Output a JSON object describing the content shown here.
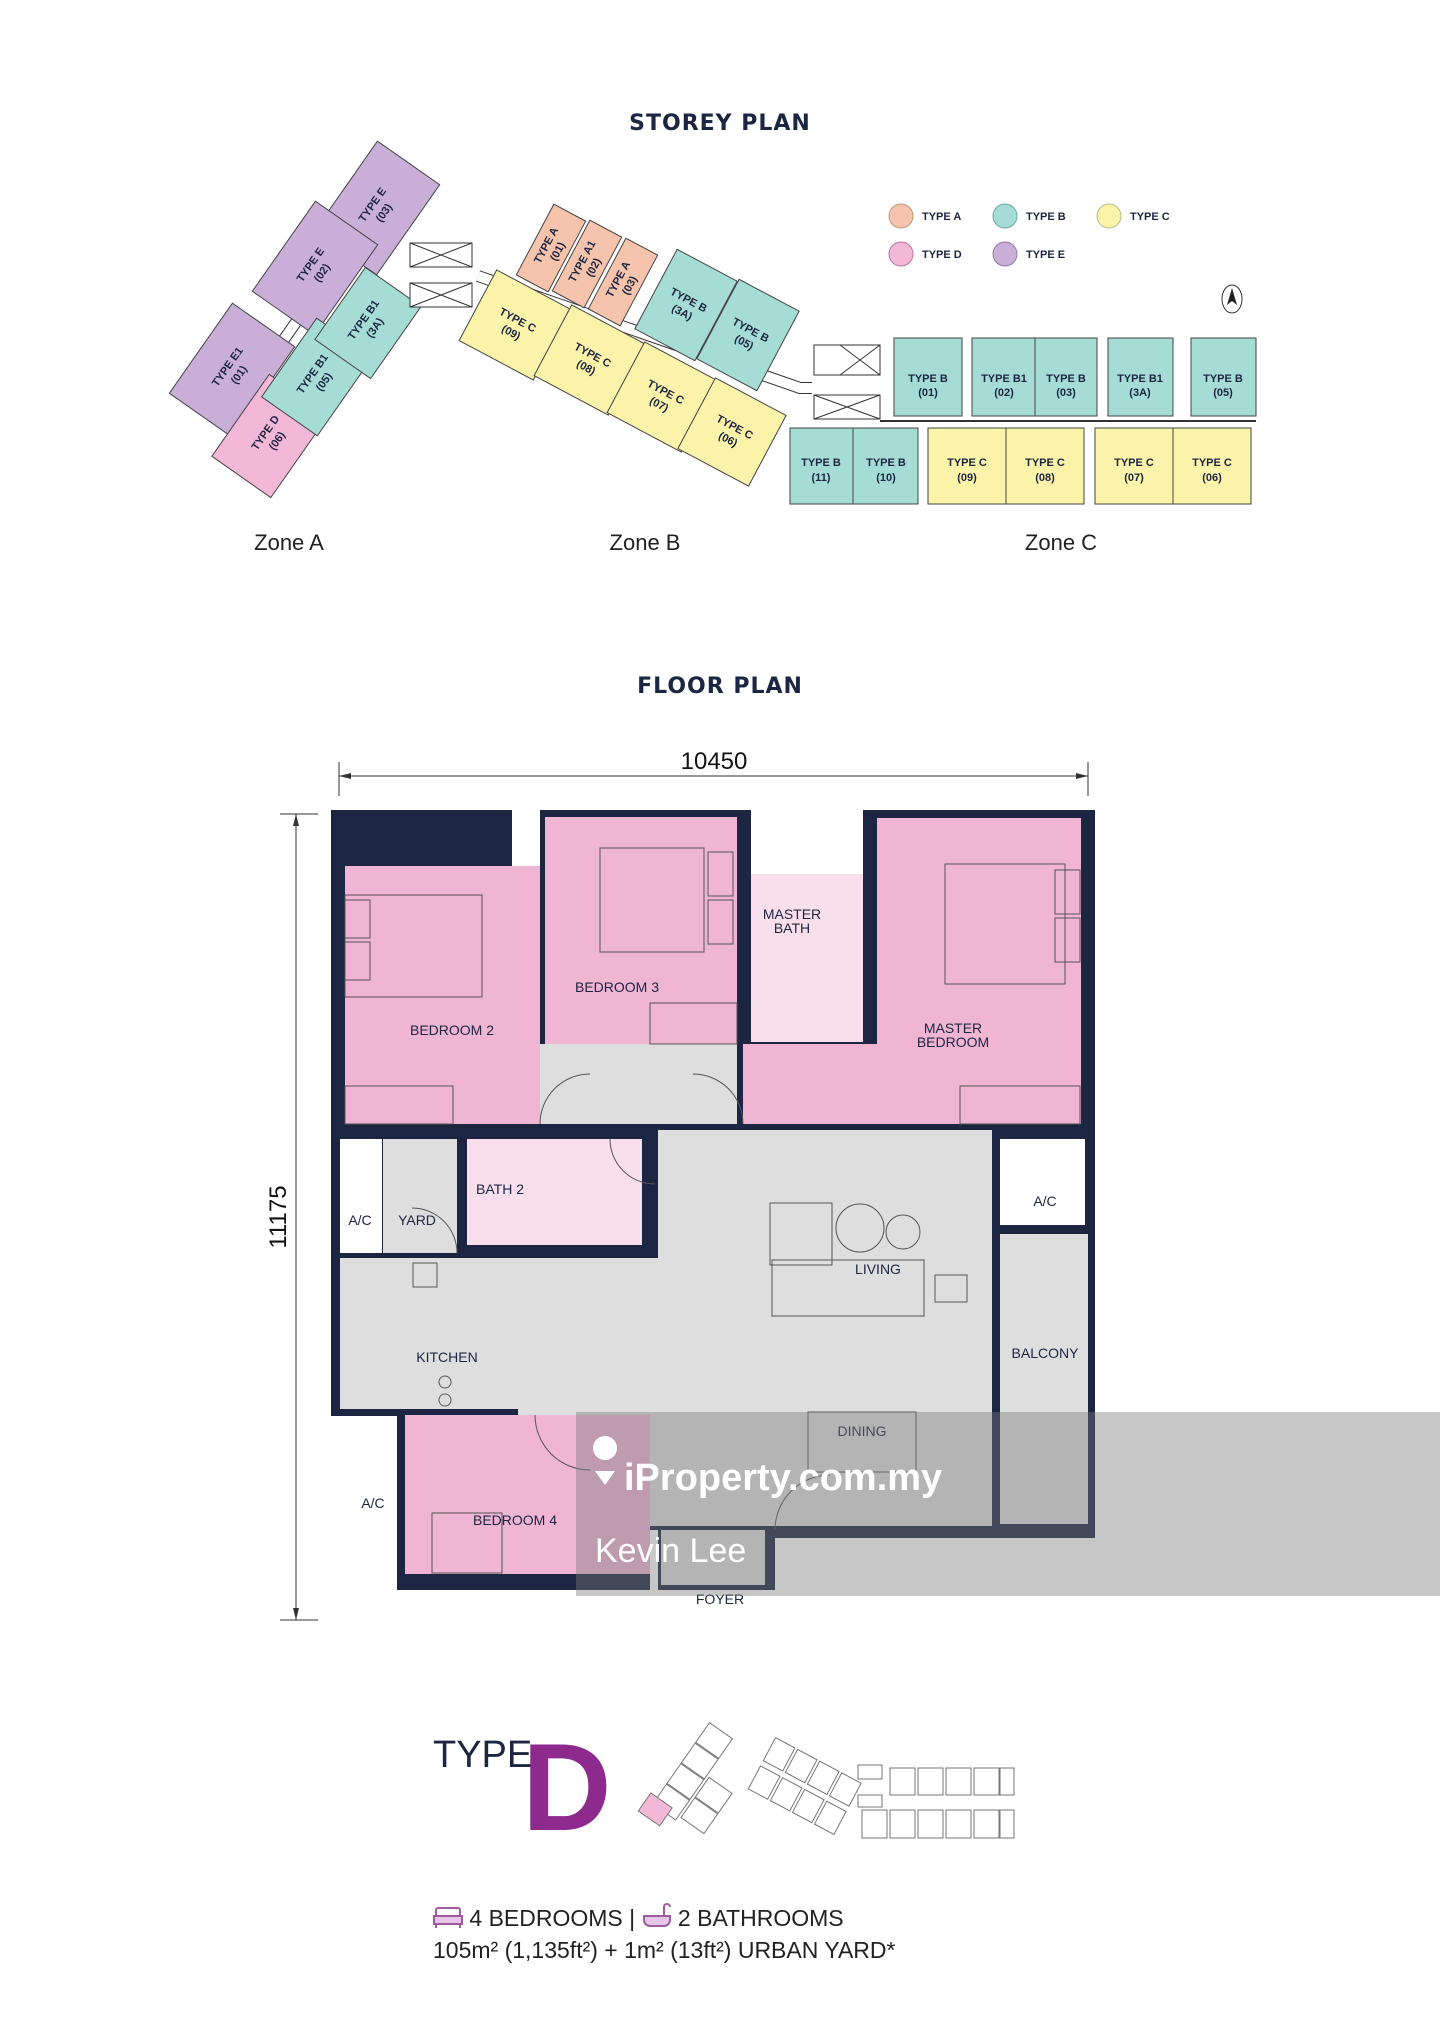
{
  "storey_plan": {
    "title": "STOREY PLAN",
    "legend": [
      {
        "label": "TYPE A",
        "color": "#f6c3ac"
      },
      {
        "label": "TYPE B",
        "color": "#a6dcd6"
      },
      {
        "label": "TYPE C",
        "color": "#fbf3a9"
      },
      {
        "label": "TYPE D",
        "color": "#f3b8d8"
      },
      {
        "label": "TYPE E",
        "color": "#c9aed8"
      }
    ],
    "north_icon": "north-arrow-icon",
    "zones": [
      "Zone A",
      "Zone B",
      "Zone C"
    ],
    "zone_a_units": [
      {
        "type": "TYPE E",
        "no": "(03)"
      },
      {
        "type": "TYPE E",
        "no": "(02)"
      },
      {
        "type": "TYPE E1",
        "no": "(01)"
      },
      {
        "type": "TYPE D",
        "no": "(06)"
      },
      {
        "type": "TYPE B1",
        "no": "(05)"
      },
      {
        "type": "TYPE B1",
        "no": "(3A)"
      }
    ],
    "zone_b_units": [
      {
        "type": "TYPE A",
        "no": "(01)"
      },
      {
        "type": "TYPE A1",
        "no": "(02)"
      },
      {
        "type": "TYPE A",
        "no": "(03)"
      },
      {
        "type": "TYPE B",
        "no": "(3A)"
      },
      {
        "type": "TYPE B",
        "no": "(05)"
      },
      {
        "type": "TYPE C",
        "no": "(09)"
      },
      {
        "type": "TYPE C",
        "no": "(08)"
      },
      {
        "type": "TYPE C",
        "no": "(07)"
      },
      {
        "type": "TYPE C",
        "no": "(06)"
      }
    ],
    "zone_c_upper": [
      {
        "type": "TYPE B",
        "no": "(01)"
      },
      {
        "type": "TYPE B1",
        "no": "(02)"
      },
      {
        "type": "TYPE B",
        "no": "(03)"
      },
      {
        "type": "TYPE B1",
        "no": "(3A)"
      },
      {
        "type": "TYPE B",
        "no": "(05)"
      }
    ],
    "zone_c_lower": [
      {
        "type": "TYPE B",
        "no": "(11)"
      },
      {
        "type": "TYPE B",
        "no": "(10)"
      },
      {
        "type": "TYPE C",
        "no": "(09)"
      },
      {
        "type": "TYPE C",
        "no": "(08)"
      },
      {
        "type": "TYPE C",
        "no": "(07)"
      },
      {
        "type": "TYPE C",
        "no": "(06)"
      }
    ]
  },
  "floor_plan": {
    "title": "FLOOR PLAN",
    "width_dim": "10450",
    "height_dim": "11175",
    "rooms": {
      "bedroom2": "BEDROOM 2",
      "bedroom3": "BEDROOM 3",
      "master_bath_1": "MASTER",
      "master_bath_2": "BATH",
      "master_bedroom_1": "MASTER",
      "master_bedroom_2": "BEDROOM",
      "bath2": "BATH 2",
      "yard": "YARD",
      "ac_yard": "A/C",
      "kitchen": "KITCHEN",
      "living": "LIVING",
      "ac_right": "A/C",
      "balcony": "BALCONY",
      "dining": "DINING",
      "ac_lower": "A/C",
      "bedroom4": "BEDROOM 4",
      "foyer": "FOYER"
    },
    "colors": {
      "wall": "#1c2541",
      "bedroom": "#efb5d3",
      "bath": "#f8dfeb",
      "common": "#dedede"
    }
  },
  "watermark": {
    "brand": "iProperty.com.my",
    "agent": "Kevin Lee"
  },
  "unit": {
    "type_label": "TYPE",
    "type_letter": "D",
    "accent": "#8e2a8e",
    "bedrooms": "4 BEDROOMS",
    "separator": "|",
    "bathrooms": "2 BATHROOMS",
    "area": "105m² (1,135ft²) + 1m² (13ft²) URBAN YARD*"
  }
}
